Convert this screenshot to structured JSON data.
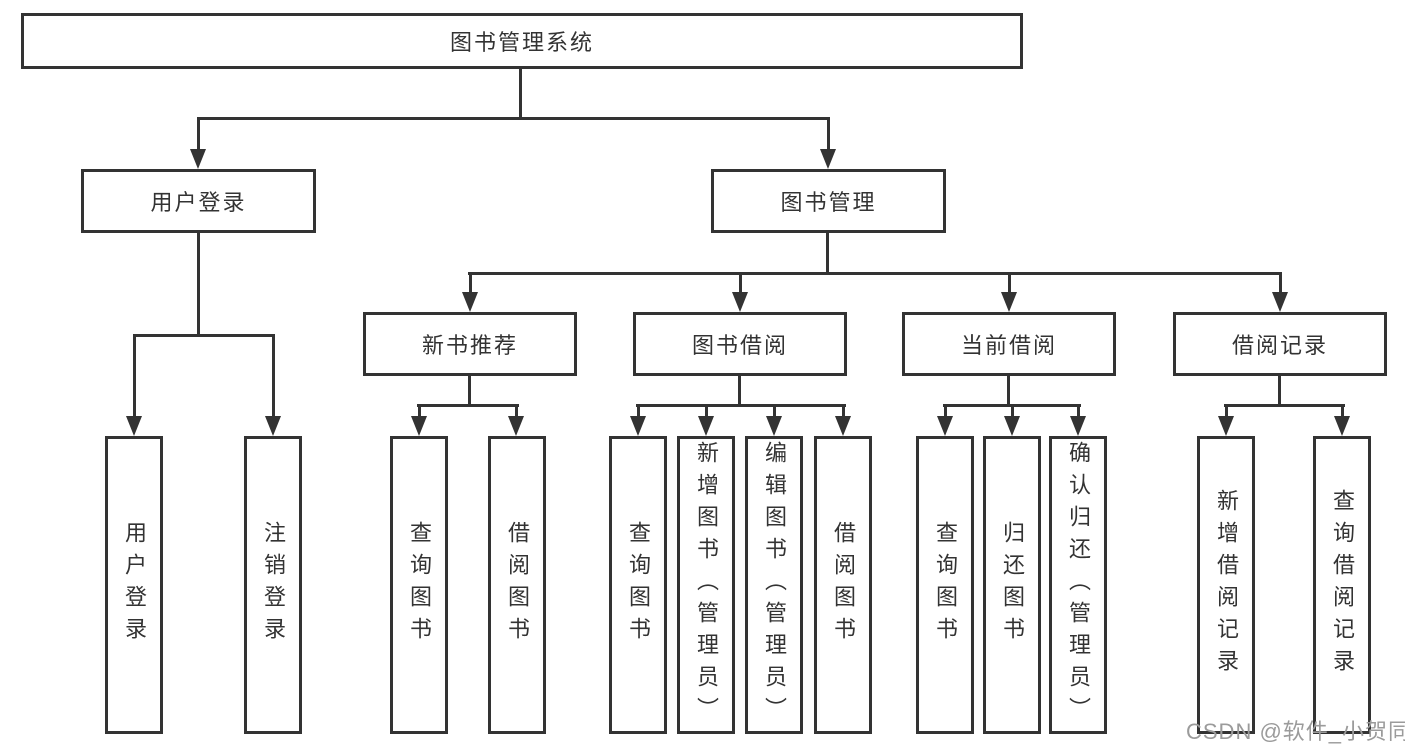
{
  "diagram": {
    "type": "hierarchy-tree",
    "root": {
      "label": "图书管理系统"
    },
    "level2": {
      "user_login": {
        "label": "用户登录"
      },
      "book_mgmt": {
        "label": "图书管理"
      }
    },
    "level3": {
      "new_books": {
        "label": "新书推荐"
      },
      "borrow": {
        "label": "图书借阅"
      },
      "current": {
        "label": "当前借阅"
      },
      "records": {
        "label": "借阅记录"
      }
    },
    "leaves": {
      "user_login": [
        "用户登录",
        "注销登录"
      ],
      "new_books": [
        "查询图书",
        "借阅图书"
      ],
      "borrow": [
        "查询图书",
        "新增图书（管理员）",
        "编辑图书（管理员）",
        "借阅图书"
      ],
      "current": [
        "查询图书",
        "归还图书",
        "确认归还（管理员）"
      ],
      "records": [
        "新增借阅记录",
        "查询借阅记录"
      ]
    }
  },
  "watermark": {
    "text": "CSDN @软件_小贺同学"
  },
  "colors": {
    "line": "#333333",
    "text": "#333333",
    "watermark": "#9b9b9b",
    "background": "#ffffff"
  }
}
